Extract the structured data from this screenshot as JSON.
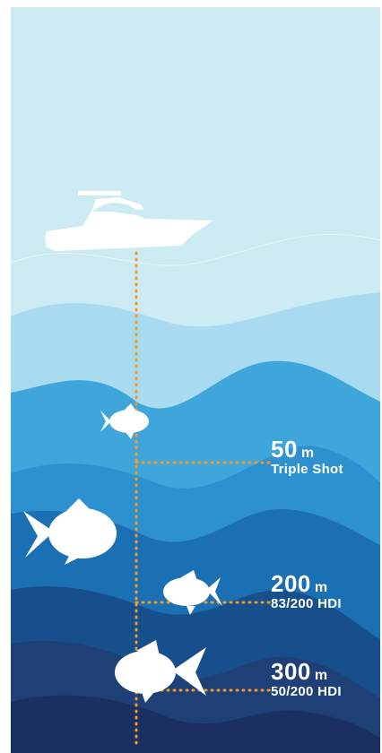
{
  "colors": {
    "sky": "#cdebf3",
    "layer1": "#a8dbf0",
    "layer2": "#3fa6db",
    "layer3": "#2d91cf",
    "layer4": "#1b70b3",
    "layer5": "#164f8c",
    "layer6": "#1f3f77",
    "layer7": "#1b2f60",
    "guide_line": "#f39a2d",
    "silhouette": "#ffffff"
  },
  "depth_markers": [
    {
      "value": "50",
      "unit": "m",
      "label": "Triple Shot"
    },
    {
      "value": "200",
      "unit": "m",
      "label": "83/200 HDI"
    },
    {
      "value": "300",
      "unit": "m",
      "label": "50/200 HDI"
    }
  ]
}
